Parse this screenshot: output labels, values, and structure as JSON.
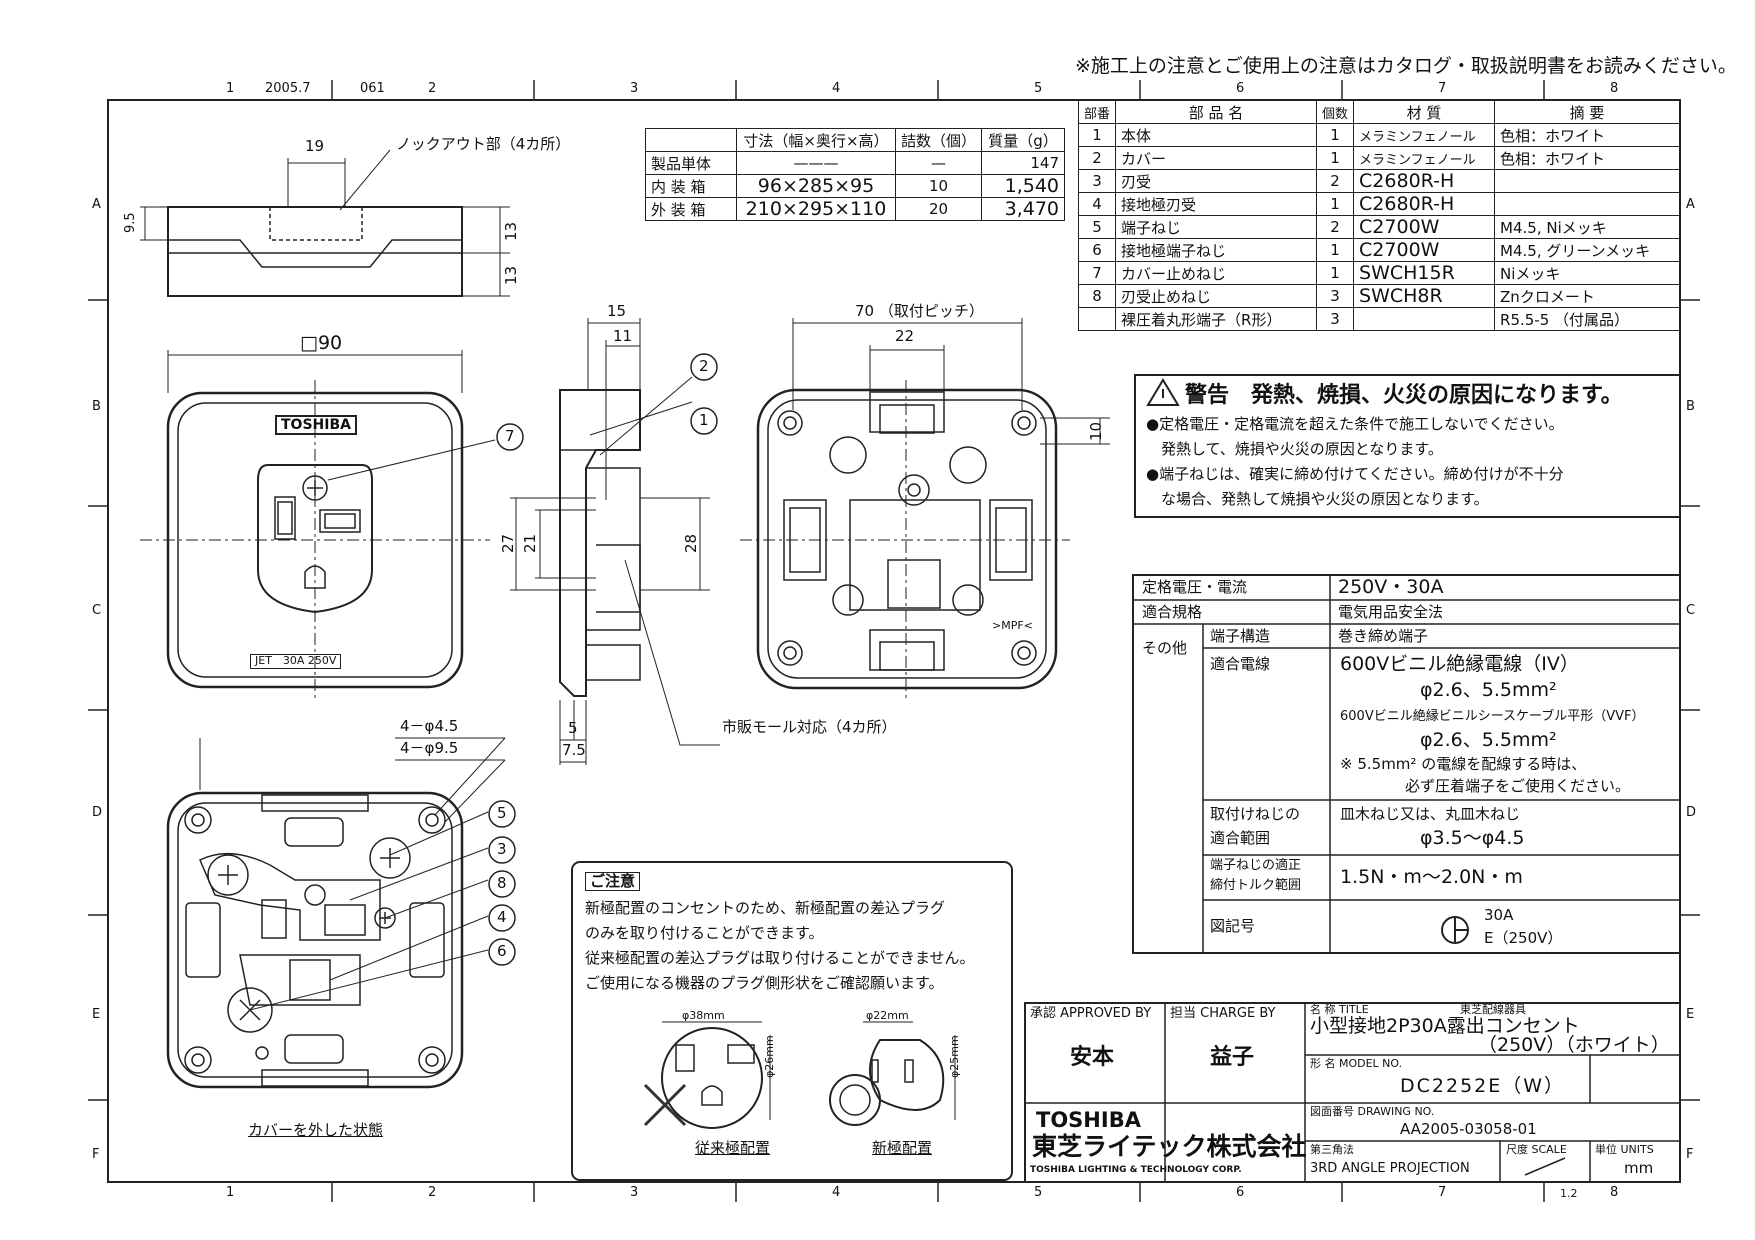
{
  "top_note": "※施工上の注意とご使用上の注意はカタログ・取扱説明書をお読みください。",
  "frame": {
    "date": "2005.7",
    "code": "061",
    "cols": [
      "1",
      "2",
      "3",
      "4",
      "5",
      "6",
      "7",
      "8"
    ],
    "rows": [
      "A",
      "B",
      "C",
      "D",
      "E",
      "F"
    ],
    "bottom_ref": "1.2"
  },
  "pack_table": {
    "headers": [
      "",
      "寸法（幅×奥行×高）",
      "詰数（個）",
      "質量（g）"
    ],
    "rows": [
      [
        "製品単体",
        "———",
        "—",
        "147"
      ],
      [
        "内 装 箱",
        "96×285×95",
        "10",
        "1,540"
      ],
      [
        "外 装 箱",
        "210×295×110",
        "20",
        "3,470"
      ]
    ]
  },
  "parts_table": {
    "headers": [
      "部番",
      "部 品 名",
      "個数",
      "材 質",
      "摘 要"
    ],
    "rows": [
      [
        "1",
        "本体",
        "1",
        "メラミンフェノール",
        "色相：ホワイト"
      ],
      [
        "2",
        "カバー",
        "1",
        "メラミンフェノール",
        "色相：ホワイト"
      ],
      [
        "3",
        "刃受",
        "2",
        "C2680R-H",
        ""
      ],
      [
        "4",
        "接地極刃受",
        "1",
        "C2680R-H",
        ""
      ],
      [
        "5",
        "端子ねじ",
        "2",
        "C2700W",
        "M4.5, Niメッキ"
      ],
      [
        "6",
        "接地極端子ねじ",
        "1",
        "C2700W",
        "M4.5, グリーンメッキ"
      ],
      [
        "7",
        "カバー止めねじ",
        "1",
        "SWCH15R",
        "Niメッキ"
      ],
      [
        "8",
        "刃受止めねじ",
        "3",
        "SWCH8R",
        "Znクロメート"
      ],
      [
        "",
        "裸圧着丸形端子（R形）",
        "3",
        "",
        "R5.5-5 （付属品）"
      ]
    ]
  },
  "warning": {
    "title": "警告　発熱、焼損、火災の原因になります。",
    "lines": [
      "●定格電圧・定格電流を超えた条件で施工しないでください。",
      "　発熱して、焼損や火災の原因となります。",
      "●端子ねじは、確実に締め付けてください。締め付けが不十分",
      "　な場合、発熱して焼損や火災の原因となります。"
    ]
  },
  "spec": {
    "rated_label": "定格電圧・電流",
    "rated_value": "250V・30A",
    "standard_label": "適合規格",
    "standard_value": "電気用品安全法",
    "other_label": "その他",
    "terminal_label": "端子構造",
    "terminal_value": "巻き締め端子",
    "wire_label": "適合電線",
    "wire_lines": [
      "600Vビニル絶縁電線（IV）",
      "φ2.6、5.5mm²",
      "600Vビニル絶縁ビニルシースケーブル平形（VVF）",
      "φ2.6、5.5mm²",
      "※ 5.5mm² の電線を配線する時は、",
      "必ず圧着端子をご使用ください。"
    ],
    "screw_label_1": "取付けねじの",
    "screw_label_2": "適合範囲",
    "screw_value_1": "皿木ねじ又は、丸皿木ねじ",
    "screw_value_2": "φ3.5～φ4.5",
    "torque_label_1": "端子ねじの適正",
    "torque_label_2": "締付トルク範囲",
    "torque_value": "1.5N・m～2.0N・m",
    "symbol_label": "図記号",
    "symbol_value_1": "30A",
    "symbol_value_2": "E（250V）"
  },
  "caution": {
    "title": "ご注意",
    "lines": [
      "新極配置のコンセントのため、新極配置の差込プラグ",
      "のみを取り付けることができます。",
      "従来極配置の差込プラグは取り付けることができません。",
      "ご使用になる機器のプラグ側形状をご確認願います。"
    ],
    "old_label": "従来極配置",
    "new_label": "新極配置",
    "old_w": "φ38mm",
    "old_h": "φ26mm",
    "new_w": "φ22mm",
    "new_h": "φ25mm"
  },
  "title_block": {
    "approved_label": "承認 APPROVED BY",
    "approved_value": "安本",
    "charge_label": "担当 CHARGE BY",
    "charge_value": "益子",
    "title_label": "名 称 TITLE",
    "title_sub": "東芝配線器具",
    "title_1": "小型接地2P30A露出コンセント",
    "title_2": "（250V）（ホワイト）",
    "model_label": "形 名 MODEL NO.",
    "model_value": "DC2252E（W）",
    "drawing_label": "図面番号 DRAWING NO.",
    "drawing_value": "AA2005-03058-01",
    "projection_label": "第三角法",
    "projection_value": "3RD ANGLE PROJECTION",
    "scale_label": "尺度 SCALE",
    "units_label": "単位 UNITS",
    "units_value": "mm",
    "company_en": "TOSHIBA",
    "company_jp": "東芝ライテック株式会社",
    "company_full": "TOSHIBA LIGHTING & TECHNOLOGY CORP."
  },
  "drawing_labels": {
    "knockout": "ノックアウト部（4カ所）",
    "dim_19": "19",
    "dim_9_5": "9.5",
    "dim_13a": "13",
    "dim_13b": "13",
    "dim_90": "□90",
    "brand": "TOSHIBA",
    "jet": "JET　30A 250V",
    "dim_15": "15",
    "dim_11": "11",
    "dim_27": "27",
    "dim_21": "21",
    "dim_28": "28",
    "dim_5": "5",
    "dim_7_5": "7.5",
    "mall": "市販モール対応（4カ所）",
    "dim_70": "70 （取付ピッチ）",
    "dim_22": "22",
    "dim_10": "10",
    "mpf": ">MPF<",
    "hole_1": "4－φ4.5",
    "hole_2": "4－φ9.5",
    "cover_removed": "カバーを外した状態",
    "balloons": [
      "1",
      "2",
      "3",
      "4",
      "5",
      "6",
      "7",
      "8"
    ]
  }
}
